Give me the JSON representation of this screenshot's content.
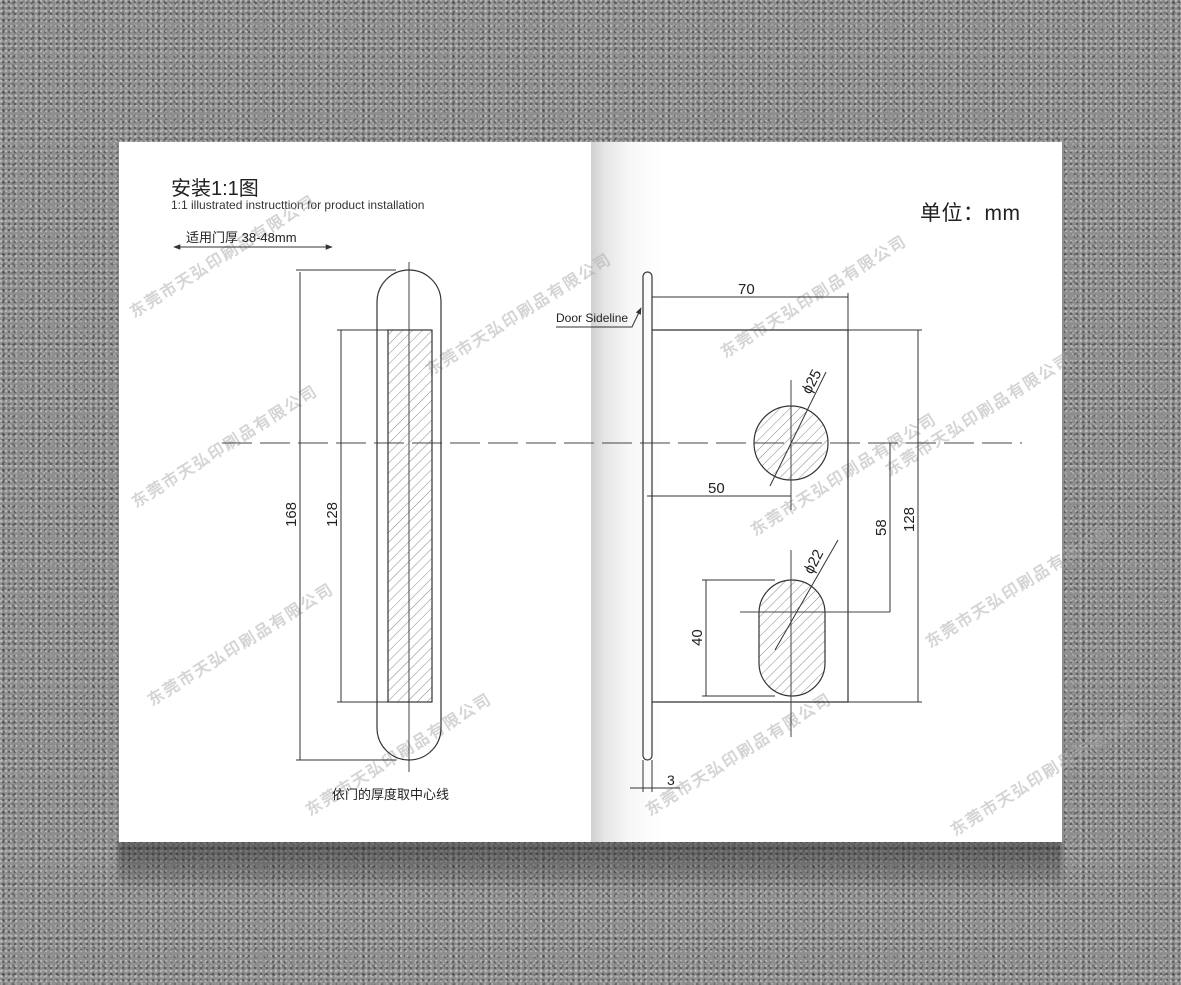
{
  "title": {
    "cn": "安装1:1图",
    "en": "1:1 illustrated instructtion for product installation"
  },
  "unit_label": "单位：mm",
  "door_thickness_label": "适用门厚 38-48mm",
  "center_note": "依门的厚度取中心线",
  "door_sideline_label": "Door Sideline",
  "watermark_text": "东莞市天弘印刷品有限公司",
  "dimensions": {
    "overall_height": "168",
    "slot_height": "128",
    "offset_70": "70",
    "offset_50": "50",
    "hole_large_diameter": "ϕ25",
    "hole_small_diameter": "ϕ22",
    "hole_spacing": "58",
    "right_height": "128",
    "slot_40": "40",
    "edge_3": "3"
  },
  "colors": {
    "line": "#333333",
    "paper": "#ffffff",
    "background": "#8f8f8f"
  }
}
